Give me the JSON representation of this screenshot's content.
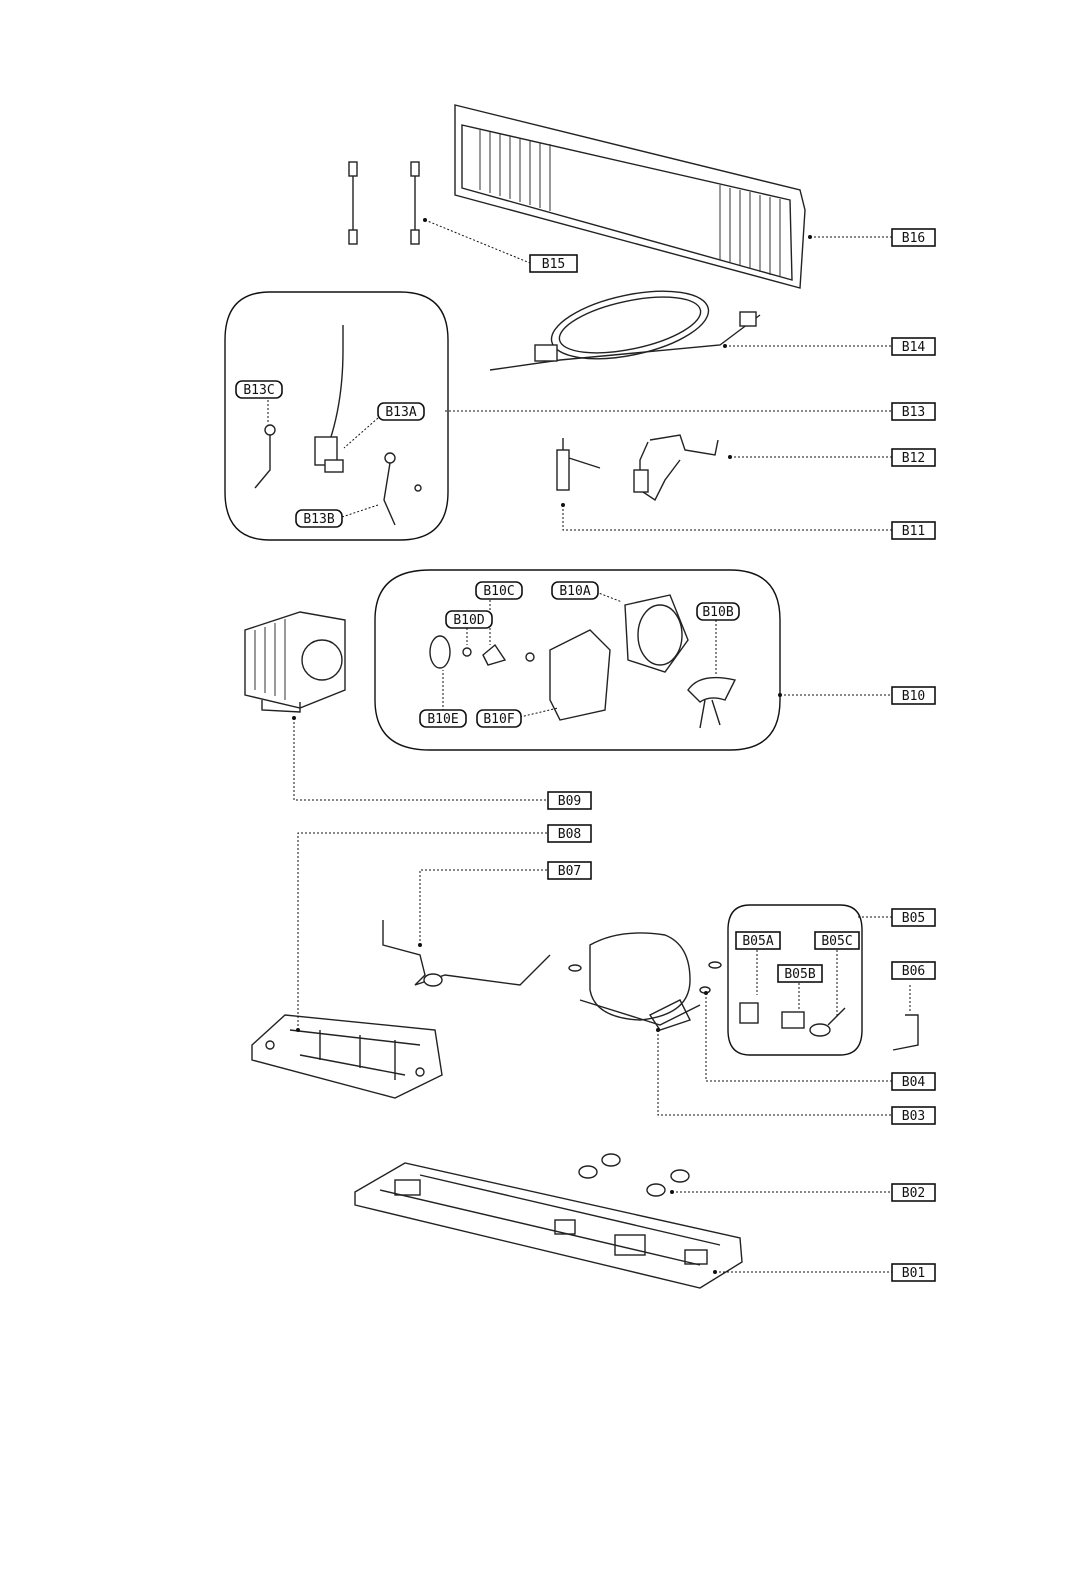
{
  "labels": {
    "b16": "B16",
    "b15": "B15",
    "b14": "B14",
    "b13": "B13",
    "b13a": "B13A",
    "b13b": "B13B",
    "b13c": "B13C",
    "b12": "B12",
    "b11": "B11",
    "b10": "B10",
    "b10a": "B10A",
    "b10b": "B10B",
    "b10c": "B10C",
    "b10d": "B10D",
    "b10e": "B10E",
    "b10f": "B10F",
    "b09": "B09",
    "b08": "B08",
    "b07": "B07",
    "b06": "B06",
    "b05": "B05",
    "b05a": "B05A",
    "b05b": "B05B",
    "b05c": "B05C",
    "b04": "B04",
    "b03": "B03",
    "b02": "B02",
    "b01": "B01"
  }
}
